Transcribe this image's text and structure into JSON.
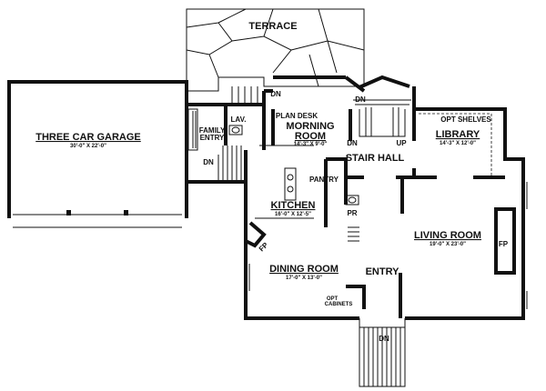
{
  "rooms": {
    "terrace": {
      "name": "TERRACE"
    },
    "garage": {
      "name": "THREE CAR GARAGE",
      "dims": "30'-0\" X 22'-0\""
    },
    "lav": {
      "name": "LAV."
    },
    "family_entry": {
      "line1": "FAMILY",
      "line2": "ENTRY"
    },
    "plan_desk": {
      "name": "PLAN DESK"
    },
    "morning_room": {
      "line1": "MORNING",
      "line2": "ROOM",
      "dims": "14'-3\" X 9'-0\""
    },
    "library": {
      "name": "LIBRARY",
      "dims": "14'-3\" X 12'-0\""
    },
    "opt_shelves": {
      "name": "OPT SHELVES"
    },
    "stair_hall": {
      "name": "STAIR HALL"
    },
    "pantry": {
      "name": "PANTRY"
    },
    "kitchen": {
      "name": "KITCHEN",
      "dims": "16'-0\" X 12'-5\""
    },
    "powder_room": {
      "name": "PR"
    },
    "living_room": {
      "name": "LIVING ROOM",
      "dims": "19'-0\" X 23'-0\""
    },
    "dining_room": {
      "name": "DINING ROOM",
      "dims": "17'-0\" X 13'-0\""
    },
    "entry": {
      "name": "ENTRY"
    },
    "opt_cabinets": {
      "line1": "OPT",
      "line2": "CABINETS"
    }
  },
  "annotations": {
    "down": "DN",
    "up": "UP",
    "fireplace": "FP"
  }
}
